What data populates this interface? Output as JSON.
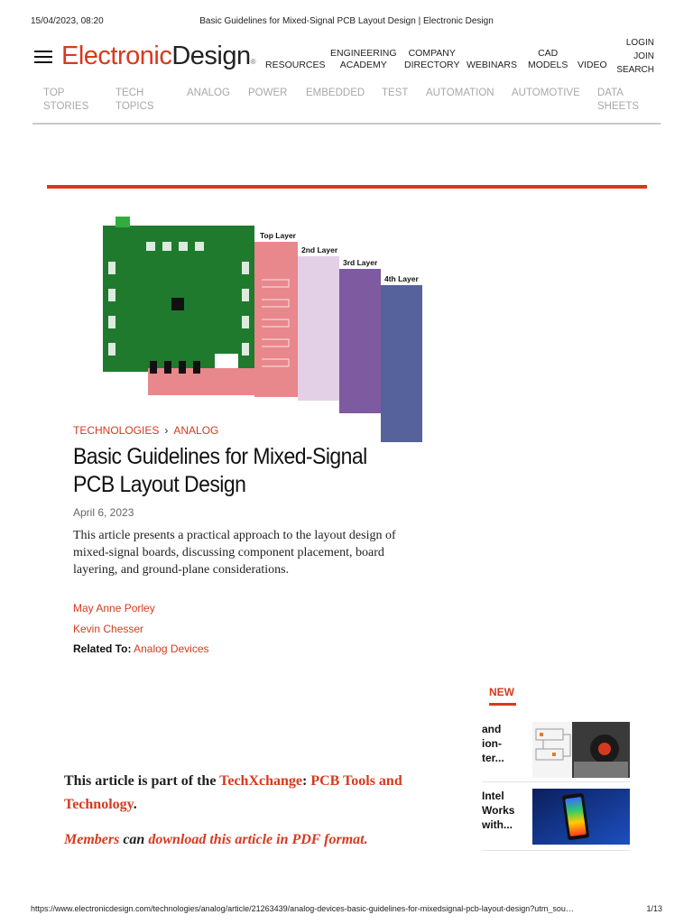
{
  "print_header": {
    "datetime": "15/04/2023, 08:20",
    "page_title": "Basic Guidelines for Mixed-Signal PCB Layout Design | Electronic Design"
  },
  "site": {
    "logo_part1": "Electronic",
    "logo_part2": "Design",
    "logo_mark": "®",
    "top_nav": {
      "resources": "RESOURCES",
      "academy_1": "ENGINEERING",
      "academy_2": "ACADEMY",
      "directory_1": "COMPANY",
      "directory_2": "DIRECTORY",
      "webinars": "WEBINARS",
      "cad_1": "CAD",
      "cad_2": "MODELS",
      "video": "VIDEO"
    },
    "utility": {
      "login": "LOGIN",
      "join": "JOIN",
      "search": "SEARCH"
    },
    "section_nav": {
      "top_1": "TOP",
      "top_2": "STORIES",
      "tech_1": "TECH",
      "tech_2": "TOPICS",
      "analog": "ANALOG",
      "power": "POWER",
      "embedded": "EMBEDDED",
      "test": "TEST",
      "automation": "AUTOMATION",
      "automotive": "AUTOMOTIVE",
      "data_1": "DATA",
      "data_2": "SHEETS"
    }
  },
  "hero_image": {
    "labels": [
      "Top Layer",
      "2nd Layer",
      "3rd Layer",
      "4th Layer"
    ]
  },
  "article": {
    "crumb_1": "TECHNOLOGIES",
    "crumb_sep": "›",
    "crumb_2": "ANALOG",
    "headline_1": "Basic Guidelines for Mixed-Signal",
    "headline_2": "PCB Layout Design",
    "date": "April 6, 2023",
    "summary": "This article presents a practical approach to the layout design of mixed-signal boards, discussing component placement, board layering, and ground-plane considerations.",
    "author_1": "May Anne Porley",
    "author_2": "Kevin Chesser",
    "related_label": "Related To:",
    "related_value": "Analog Devices"
  },
  "sidebar": {
    "new_label": "NEW",
    "item_1": {
      "l1": "and",
      "l2": "ion-",
      "l3": "ter..."
    },
    "item_2": {
      "l1": "Intel",
      "l2": "Works",
      "l3": "with..."
    }
  },
  "techxchange": {
    "prefix": "This article is part of the ",
    "link_1": "TechXchange",
    "colon": ": ",
    "link_2a": "PCB Tools and",
    "link_2b": "Technology",
    "period": "."
  },
  "members": {
    "link_1": "Members",
    "middle": " can ",
    "link_2": "download this article in PDF format",
    "period": "."
  },
  "print_footer": {
    "url": "https://www.electronicdesign.com/technologies/analog/article/21263439/analog-devices-basic-guidelines-for-mixedsignal-pcb-layout-design?utm_sou…",
    "page": "1/13"
  },
  "colors": {
    "brand_red": "#d63a1e",
    "pcb_green": "#1f7a2e",
    "layer_top": "#e8878c",
    "layer_2": "#e3d0e6",
    "layer_3": "#7e5aa0",
    "layer_4": "#55629c"
  }
}
